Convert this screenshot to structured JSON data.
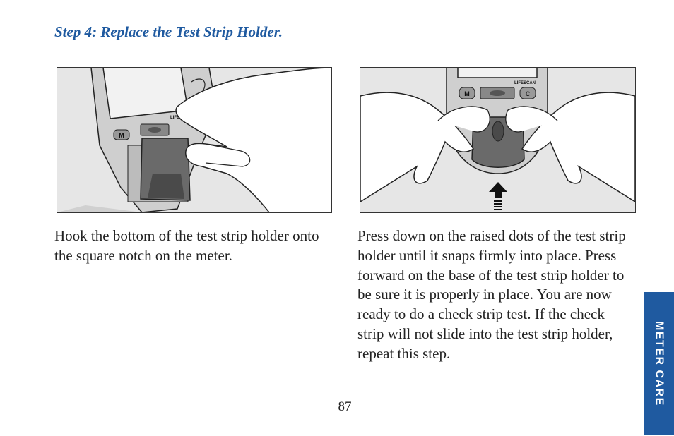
{
  "step": {
    "heading": "Step 4: Replace the Test Strip Holder."
  },
  "figures": {
    "left": {
      "brand": "LIFESCAN",
      "button_m": "M"
    },
    "right": {
      "brand": "LIFESCAN",
      "button_m": "M",
      "button_c": "C"
    }
  },
  "instructions": {
    "left": "Hook the bottom of the test strip hold­er onto the square notch on the meter.",
    "right": "Press down on the raised dots of the test strip holder until it snaps firmly into place. Press forward on the base of the test strip holder to be sure it is properly in place. You are now ready to do a check strip test. If the check strip will not slide into the test strip holder, repeat this step."
  },
  "page": {
    "number": "87"
  },
  "side_tab": {
    "label": "METER CARE"
  },
  "colors": {
    "accent": "#1f5aa0"
  }
}
